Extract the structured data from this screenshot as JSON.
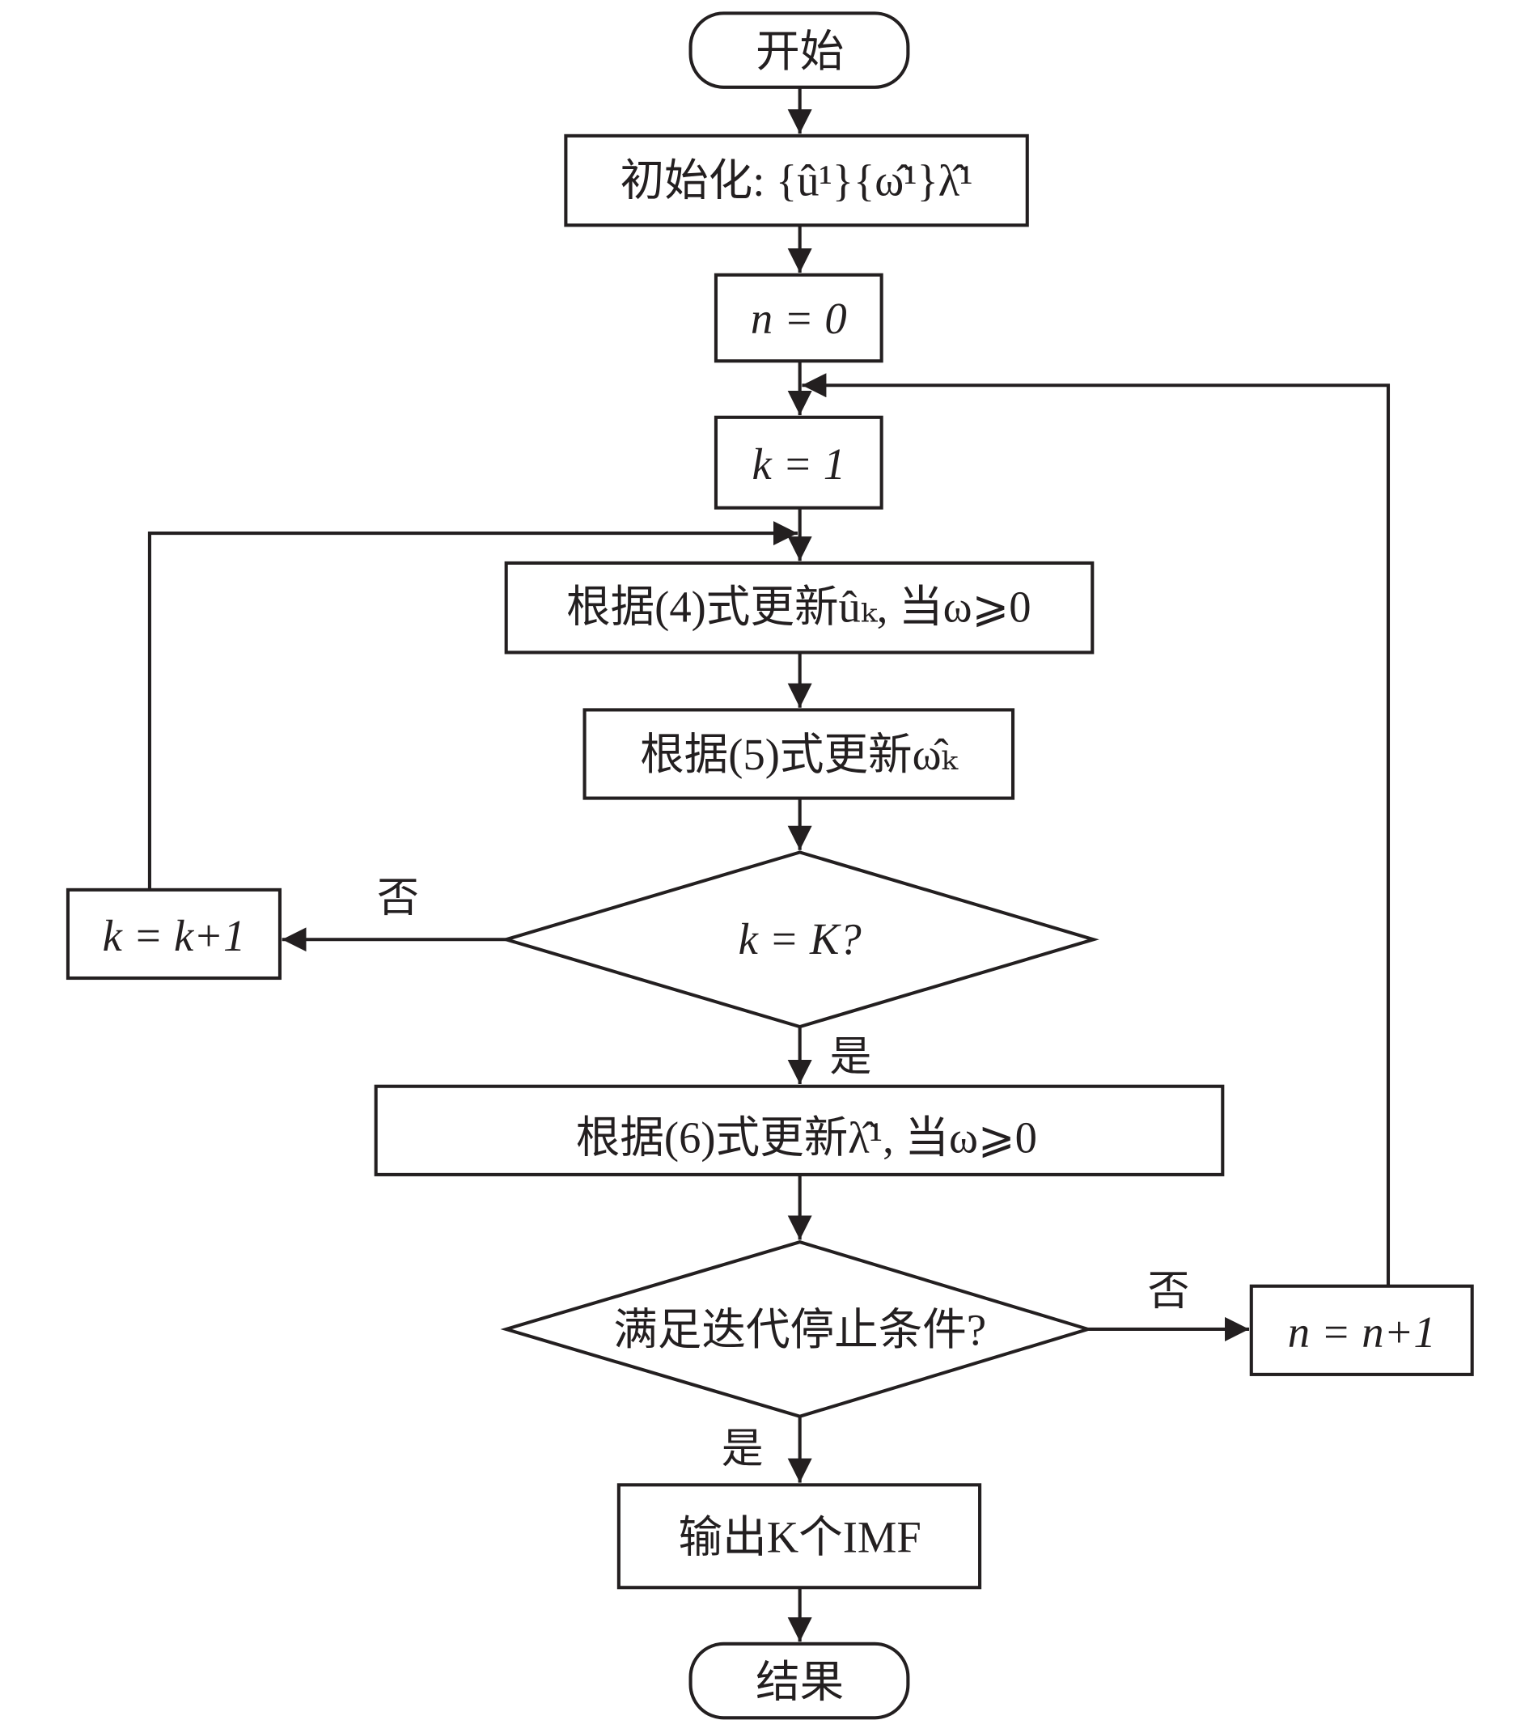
{
  "nodes": {
    "start": "开始",
    "init": "初始化: {û¹}{ω̂¹}λ̂¹",
    "n0": "n = 0",
    "k1": "k = 1",
    "update_u": "根据(4)式更新ûₖ, 当ω⩾0",
    "update_w": "根据(5)式更新ω̂ₖ",
    "decision_k": "k = K?",
    "k_inc": "k = k+1",
    "update_lambda": "根据(6)式更新λ̂¹, 当ω⩾0",
    "decision_stop": "满足迭代停止条件?",
    "n_inc": "n = n+1",
    "output": "输出K个IMF",
    "end": "结果"
  },
  "edge_labels": {
    "k_no": "否",
    "k_yes": "是",
    "stop_no": "否",
    "stop_yes": "是"
  },
  "colors": {
    "stroke": "#231f20"
  }
}
